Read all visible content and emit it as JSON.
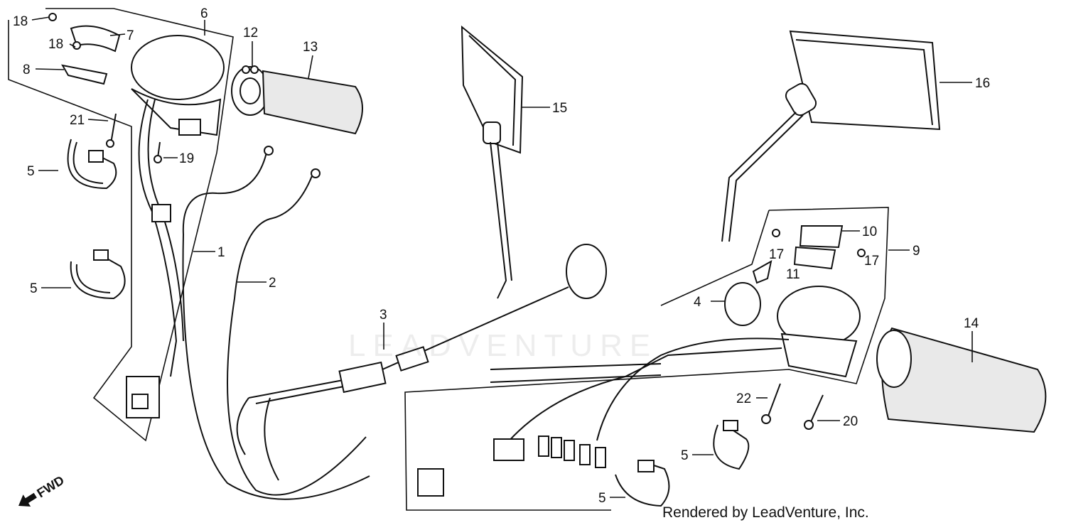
{
  "watermark": "LEADVENTURE",
  "credit": "Rendered by LeadVenture, Inc.",
  "direction_label": "FWD",
  "callouts": [
    "18",
    "18",
    "7",
    "6",
    "8",
    "12",
    "13",
    "21",
    "19",
    "5",
    "5",
    "1",
    "2",
    "3",
    "15",
    "16",
    "10",
    "17",
    "9",
    "17",
    "11",
    "4",
    "14",
    "22",
    "20",
    "5",
    "5"
  ]
}
